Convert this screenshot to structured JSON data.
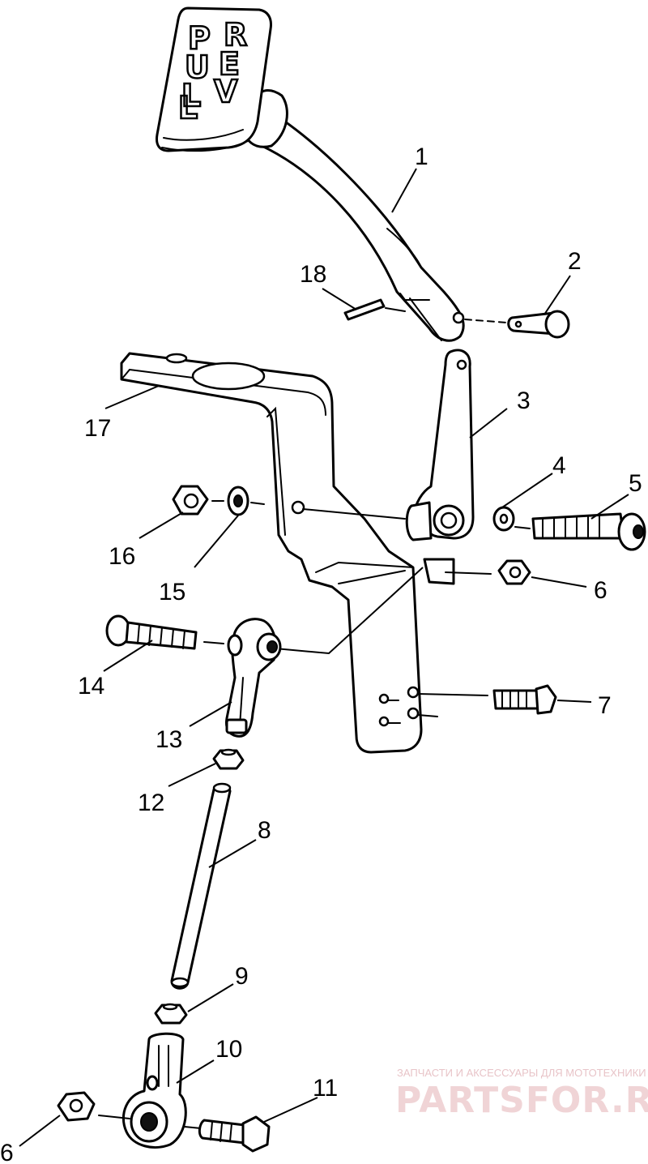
{
  "callouts": [
    {
      "id": "1",
      "label": "1"
    },
    {
      "id": "2",
      "label": "2"
    },
    {
      "id": "3",
      "label": "3"
    },
    {
      "id": "4",
      "label": "4"
    },
    {
      "id": "5",
      "label": "5"
    },
    {
      "id": "6a",
      "label": "6"
    },
    {
      "id": "7",
      "label": "7"
    },
    {
      "id": "8",
      "label": "8"
    },
    {
      "id": "9",
      "label": "9"
    },
    {
      "id": "10",
      "label": "10"
    },
    {
      "id": "11",
      "label": "11"
    },
    {
      "id": "12",
      "label": "12"
    },
    {
      "id": "13",
      "label": "13"
    },
    {
      "id": "14",
      "label": "14"
    },
    {
      "id": "15",
      "label": "15"
    },
    {
      "id": "16",
      "label": "16"
    },
    {
      "id": "17",
      "label": "17"
    },
    {
      "id": "18",
      "label": "18"
    },
    {
      "id": "6b",
      "label": "6"
    }
  ],
  "handle_letters": {
    "left_column": [
      "P",
      "U",
      "L",
      "L"
    ],
    "right_column": [
      "R",
      "E",
      "V"
    ]
  },
  "watermark": {
    "tagline": "ЗАПЧАСТИ И АКСЕССУАРЫ ДЛЯ МОТОТЕХНИКИ",
    "logo": "PARTSFOR.RU",
    "color": "#e8c4c8"
  }
}
